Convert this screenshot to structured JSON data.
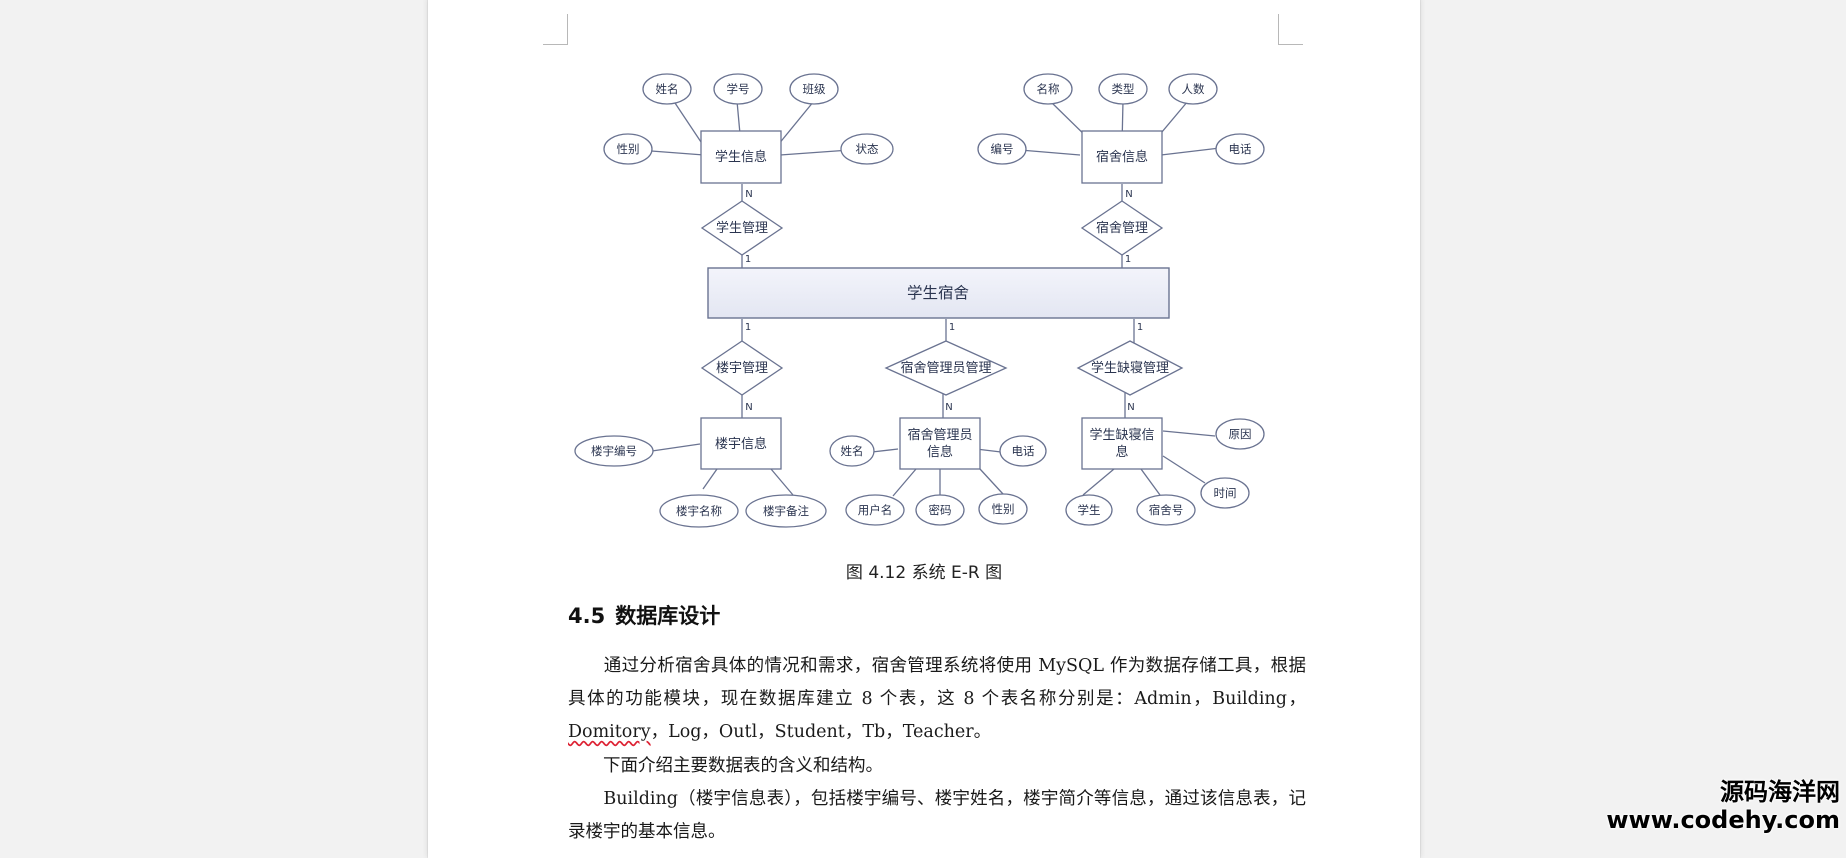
{
  "diagram": {
    "attr_student": {
      "name": "姓名",
      "id": "学号",
      "class": "班级",
      "gender": "性别",
      "status": "状态"
    },
    "attr_dorm": {
      "name": "名称",
      "type": "类型",
      "count": "人数",
      "code": "编号",
      "phone": "电话"
    },
    "entity_student_info": "学生信息",
    "entity_dorm_info": "宿舍信息",
    "rel_student_mgmt": "学生管理",
    "rel_dorm_mgmt": "宿舍管理",
    "central_entity": "学生宿舍",
    "rel_building_mgmt": "楼宇管理",
    "rel_dorm_admin_mgmt": "宿舍管理员管理",
    "rel_absence_mgmt": "学生缺寝管理",
    "entity_building_info": "楼宇信息",
    "entity_admin_info_line1": "宿舍管理员",
    "entity_admin_info_line2": "信息",
    "entity_absence_info_line1": "学生缺寝信",
    "entity_absence_info_line2": "息",
    "attr_building": {
      "code": "楼宇编号",
      "name": "楼宇名称",
      "note": "楼宇备注"
    },
    "attr_admin": {
      "name": "姓名",
      "phone": "电话",
      "username": "用户名",
      "password": "密码",
      "gender": "性别"
    },
    "attr_absence": {
      "reason": "原因",
      "time": "时间",
      "student": "学生",
      "dorm_no": "宿舍号"
    },
    "card_one": "1",
    "card_many": "N"
  },
  "document": {
    "caption": "图 4.12 系统 E-R 图",
    "section_number": "4.5",
    "section_title": "数据库设计",
    "para1_a": "　　通过分析宿舍具体的情况和需求，宿舍管理系统将使用 MySQL 作为数据存储工具，根据具体的功能模块，现在数据库建立 8 个表，这 8 个表名称分别是：Admin，Building，",
    "para1_wavy": "Domitory",
    "para1_b": "，Log，Outl，Student，Tb，Teacher。",
    "para2": "　　下面介绍主要数据表的含义和结构。",
    "para3": "　　Building（楼宇信息表），包括楼宇编号、楼宇姓名，楼宇简介等信息，通过该信息表，记录楼宇的基本信息。"
  },
  "watermark": {
    "line1": "源码海洋网",
    "line2": "www.codehy.com"
  }
}
